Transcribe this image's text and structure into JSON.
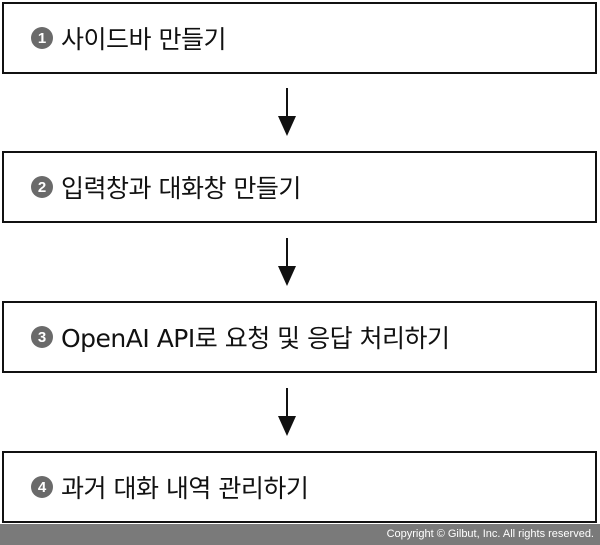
{
  "steps": [
    {
      "number": "1",
      "label": "사이드바 만들기"
    },
    {
      "number": "2",
      "label": "입력창과 대화창 만들기"
    },
    {
      "number": "3",
      "label": "OpenAI API로 요청 및 응답 처리하기"
    },
    {
      "number": "4",
      "label": "과거 대화 내역 관리하기"
    }
  ],
  "footer": {
    "copyright": "Copyright © Gilbut, Inc. All rights reserved."
  },
  "colors": {
    "badge": "#6a6a6a",
    "footer": "#7a7a7a",
    "border": "#111111"
  }
}
